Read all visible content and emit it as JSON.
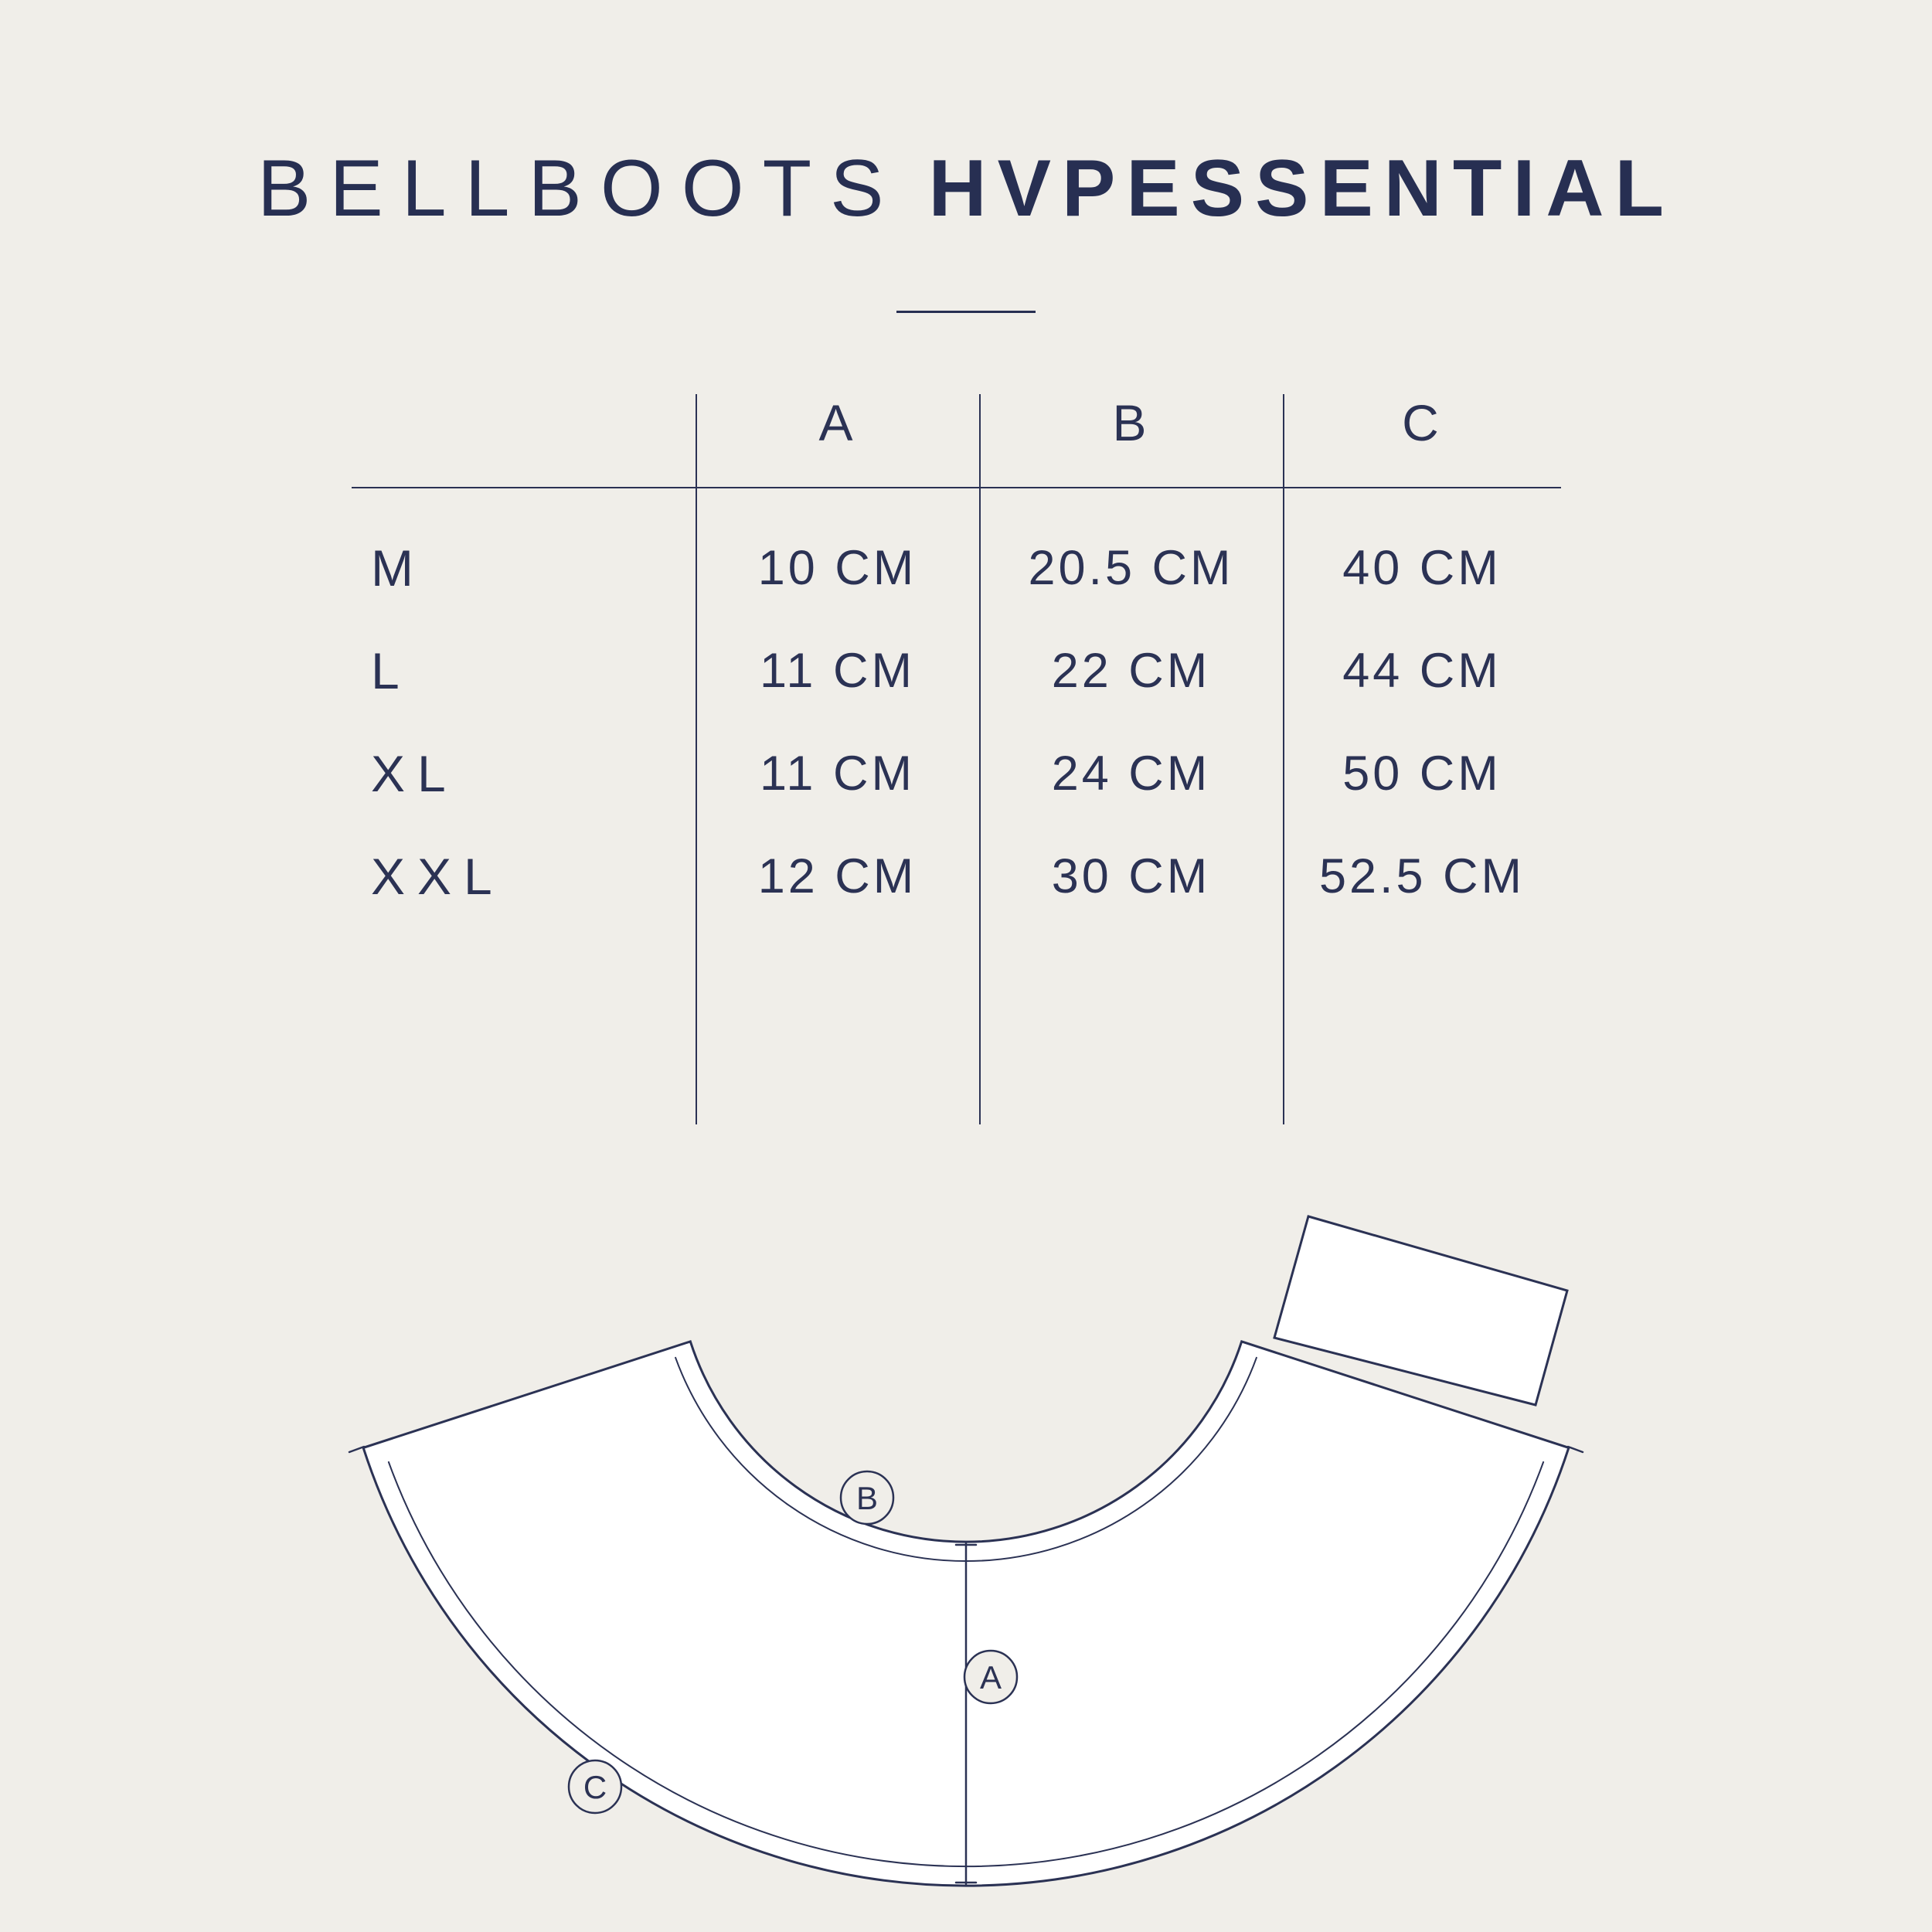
{
  "title": {
    "regular": "BELLBOOTS",
    "bold": "HVPESSENTIAL"
  },
  "table": {
    "columns": [
      "A",
      "B",
      "C"
    ],
    "rows": [
      {
        "size": "M",
        "a": "10 CM",
        "b": "20.5 CM",
        "c": "40 CM"
      },
      {
        "size": "L",
        "a": "11 CM",
        "b": "22 CM",
        "c": "44 CM"
      },
      {
        "size": "XL",
        "a": "11 CM",
        "b": "24 CM",
        "c": "50 CM"
      },
      {
        "size": "XXL",
        "a": "12 CM",
        "b": "30 CM",
        "c": "52.5 CM"
      }
    ]
  },
  "diagram": {
    "labels": {
      "a": "A",
      "b": "B",
      "c": "C"
    }
  },
  "colors": {
    "background": "#F0EEE9",
    "ink": "#2B3254",
    "shape_fill": "#FFFFFF"
  }
}
